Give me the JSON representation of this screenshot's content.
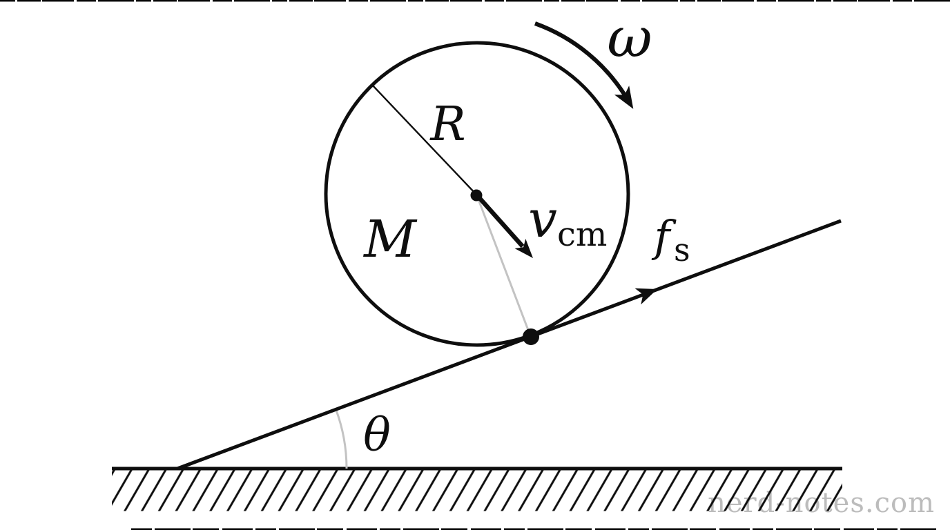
{
  "figure": {
    "labels": {
      "omega": "ω",
      "radius": "R",
      "mass": "M",
      "velocity_main": "v",
      "velocity_sub": "cm",
      "friction_main": "f",
      "friction_sub": "s",
      "angle": "θ"
    },
    "watermark": "nerd-notes.com",
    "colors": {
      "ink": "#0e0e0e",
      "guide_gray": "#c3c3c3",
      "watermark_gray": "#bcbcbc",
      "background": "#ffffff"
    }
  }
}
